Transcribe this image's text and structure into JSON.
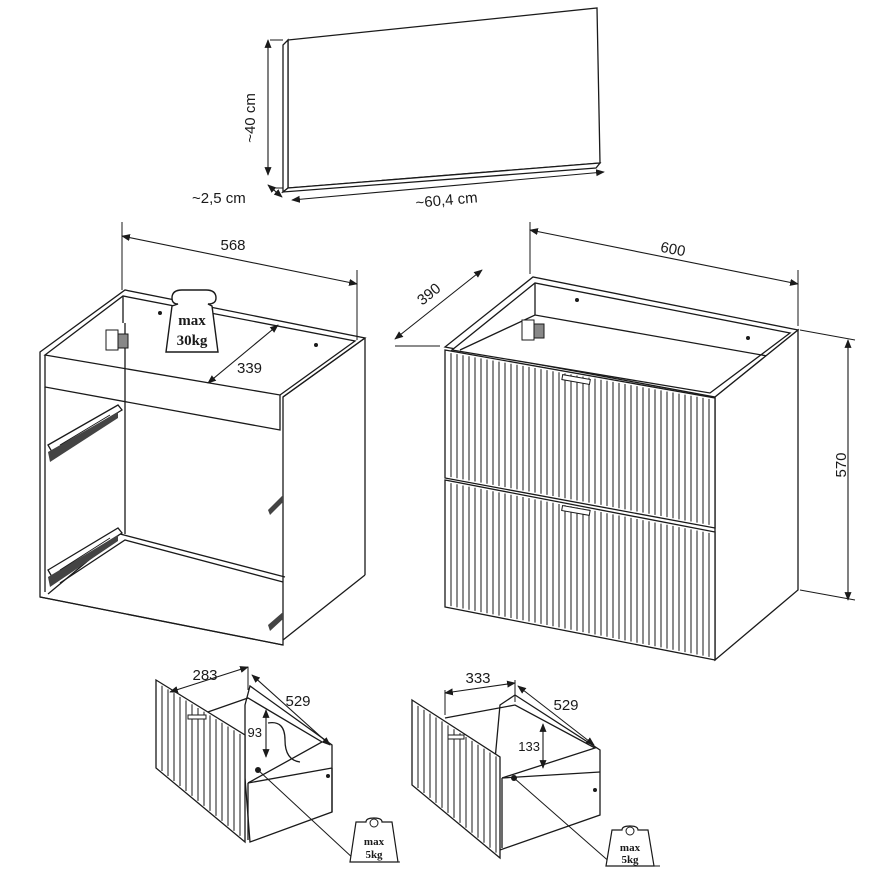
{
  "panel": {
    "height": "~40 cm",
    "depth": "~2,5 cm",
    "width": "~60,4 cm"
  },
  "open_cabinet": {
    "width": "568",
    "inner_depth": "339",
    "load_line1": "max",
    "load_line2": "30kg"
  },
  "closed_cabinet": {
    "width": "600",
    "depth": "390",
    "height": "570"
  },
  "drawer_top": {
    "width": "283",
    "depth": "529",
    "height": "93",
    "load_line1": "max",
    "load_line2": "5kg"
  },
  "drawer_bottom": {
    "width": "333",
    "depth": "529",
    "height": "133",
    "load_line1": "max",
    "load_line2": "5kg"
  }
}
